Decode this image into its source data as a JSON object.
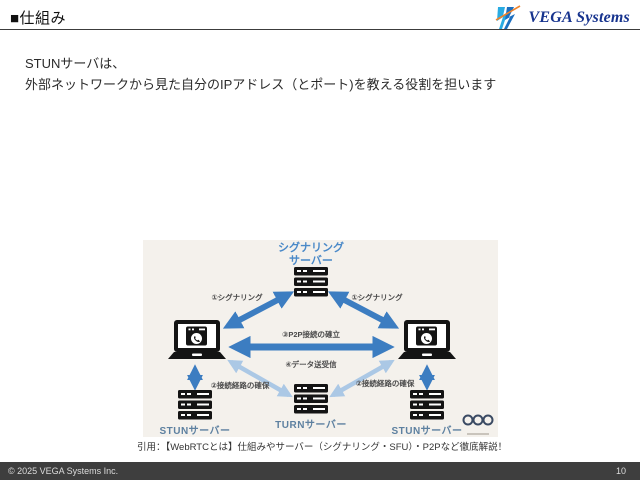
{
  "slide": {
    "title": "■仕組み",
    "footer_copyright": "©  2025 VEGA Systems Inc.",
    "page_number": "10"
  },
  "logo": {
    "text": "VEGA Systems",
    "colors": {
      "bolt_light": "#29abe2",
      "bolt_dark": "#1b6fc0",
      "accent_orange": "#f0832a",
      "text_blue": "#16338e"
    }
  },
  "body": {
    "line1": "STUNサーバは、",
    "line2": "外部ネットワークから見た自分のIPアドレス（とポート)を教える役割を担います"
  },
  "diagram": {
    "signaling_server": {
      "line1": "シグナリング",
      "line2": "サーバー"
    },
    "label_signaling_left": "①シグナリング",
    "label_signaling_right": "①シグナリング",
    "label_p2p": "③P2P接続の確立",
    "label_data": "④データ送受信",
    "label_route_left": "②接続経路の確保",
    "label_route_right": "②接続経路の確保",
    "stun_left": "STUNサーバー",
    "turn": "TURNサーバー",
    "stun_right": "STUNサーバー",
    "colors": {
      "background": "#f4f1ec",
      "arrow_blue": "#3c7dc1",
      "arrow_light_blue": "#abc8e5",
      "server_label": "#5d80a0",
      "signaling_label": "#4a89c8"
    }
  },
  "caption": "引用：【WebRTCとは】仕組みやサーバー（シグナリング・SFU）・P2Pなど徹底解説！"
}
